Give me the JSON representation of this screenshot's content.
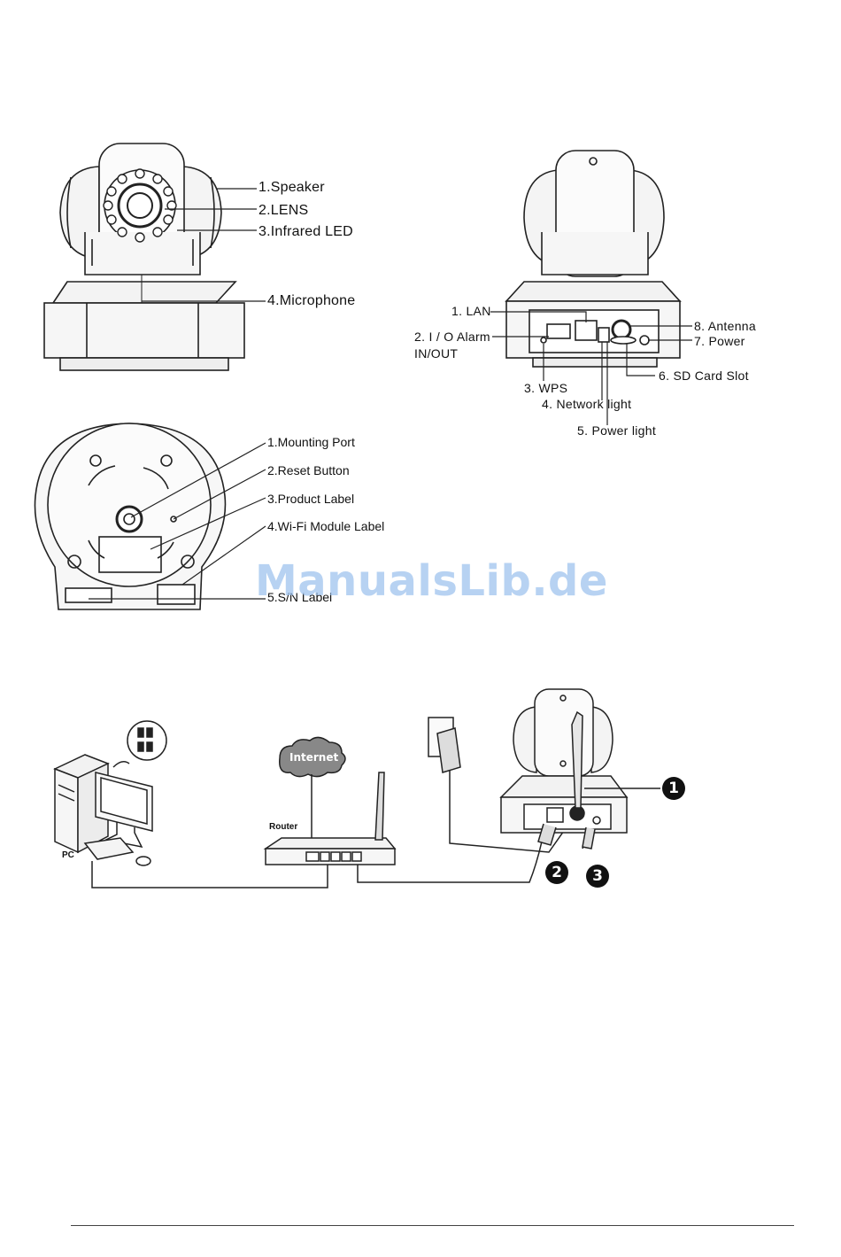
{
  "front_view": {
    "labels": [
      "1.Speaker",
      "2.LENS",
      "3.Infrared LED",
      "4.Microphone"
    ]
  },
  "rear_view": {
    "labels": [
      "1. LAN",
      "2. I / O Alarm",
      "IN/OUT",
      "3. WPS",
      "4. Network light",
      "5. Power light",
      "6. SD Card Slot",
      "7. Power",
      "8. Antenna"
    ]
  },
  "bottom_view": {
    "labels": [
      "1.Mounting  Port",
      "2.Reset  Button",
      "3.Product  Label",
      "4.Wi-Fi  Module  Label",
      "5.S/N  Label"
    ]
  },
  "watermark": "ManualsLib.de",
  "connection_diagram": {
    "pc_label": "PC",
    "router_label": "Router",
    "internet_label": "Internet",
    "steps": [
      "1",
      "2",
      "3"
    ]
  },
  "colors": {
    "watermark": "#9fc3ee",
    "line": "#222222"
  }
}
